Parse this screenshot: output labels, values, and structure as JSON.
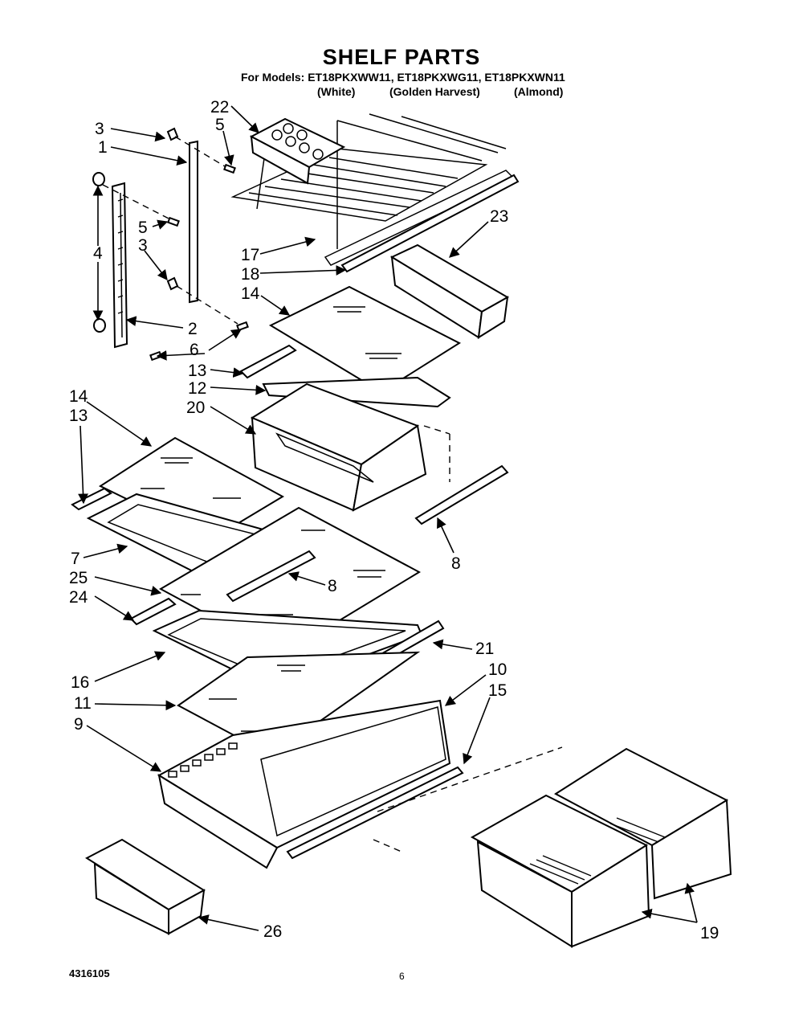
{
  "header": {
    "title": "SHELF PARTS",
    "models_line": "For Models: ET18PKXWW11, ET18PKXWG11, ET18PKXWN11",
    "colors": [
      "(White)",
      "(Golden Harvest)",
      "(Almond)"
    ]
  },
  "callouts": [
    "3",
    "1",
    "4",
    "5",
    "3",
    "2",
    "6",
    "22",
    "5",
    "17",
    "18",
    "23",
    "14",
    "13",
    "12",
    "20",
    "14",
    "13",
    "7",
    "25",
    "24",
    "8",
    "8",
    "16",
    "11",
    "9",
    "21",
    "10",
    "15",
    "26",
    "19"
  ],
  "footer": {
    "doc_number": "4316105",
    "page_number": "6"
  }
}
